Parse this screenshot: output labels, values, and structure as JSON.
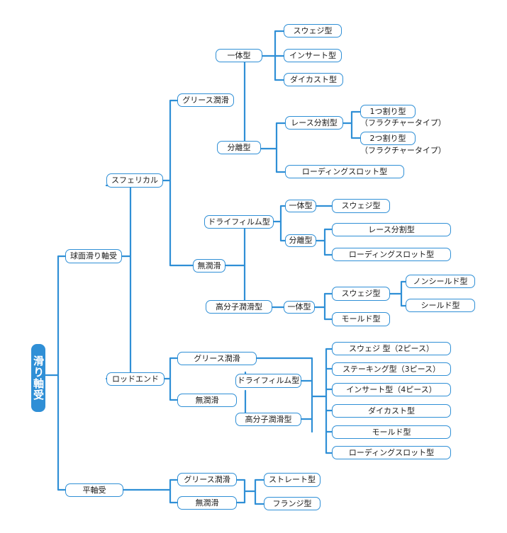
{
  "diagram": {
    "root": "滑り軸受",
    "level1": {
      "spherical": "球面滑り軸受",
      "plain": "平軸受"
    },
    "level2": {
      "spherical_type": "スフェリカル",
      "rod_end": "ロッドエンド"
    },
    "spherical": {
      "grease": "グリース潤滑",
      "non_lube": "無潤滑",
      "one_piece": "一体型",
      "swage": "スウェジ型",
      "insert": "インサート型",
      "diecast": "ダイカスト型",
      "separate": "分離型",
      "race_split": "レース分割型",
      "split1": "1つ割り型",
      "split1_note": "（フラクチャータイプ）",
      "split2": "2つ割り型",
      "split2_note": "（フラクチャータイプ）",
      "loading_slot": "ローディングスロット型",
      "dry_film": "ドライフィルム型",
      "df_one_piece": "一体型",
      "df_swage": "スウェジ型",
      "df_separate": "分離型",
      "df_race_split": "レース分割型",
      "df_loading_slot": "ローディングスロット型",
      "polymer": "高分子潤滑型",
      "pl_one_piece": "一体型",
      "pl_swage": "スウェジ型",
      "non_seal": "ノンシールド型",
      "seal": "シールド型",
      "mold": "モールド型"
    },
    "rod_end": {
      "grease": "グリース潤滑",
      "non_lube": "無潤滑",
      "dry_film": "ドライフィルム型",
      "polymer": "高分子潤滑型",
      "swage2": "スウェジ 型（2ピース）",
      "staking3": "ステーキング型（3ピース）",
      "insert4": "インサート型（4ピース）",
      "diecast": "ダイカスト型",
      "mold": "モールド型",
      "loading_slot": "ローディングスロット型"
    },
    "plain": {
      "grease": "グリース潤滑",
      "non_lube": "無潤滑",
      "straight": "ストレート型",
      "flange": "フランジ型"
    }
  },
  "colors": {
    "line": "#2f8fd6",
    "root_fill": "#2f8fd6",
    "node_border": "#2f8fd6",
    "text": "#1a1a1a"
  }
}
